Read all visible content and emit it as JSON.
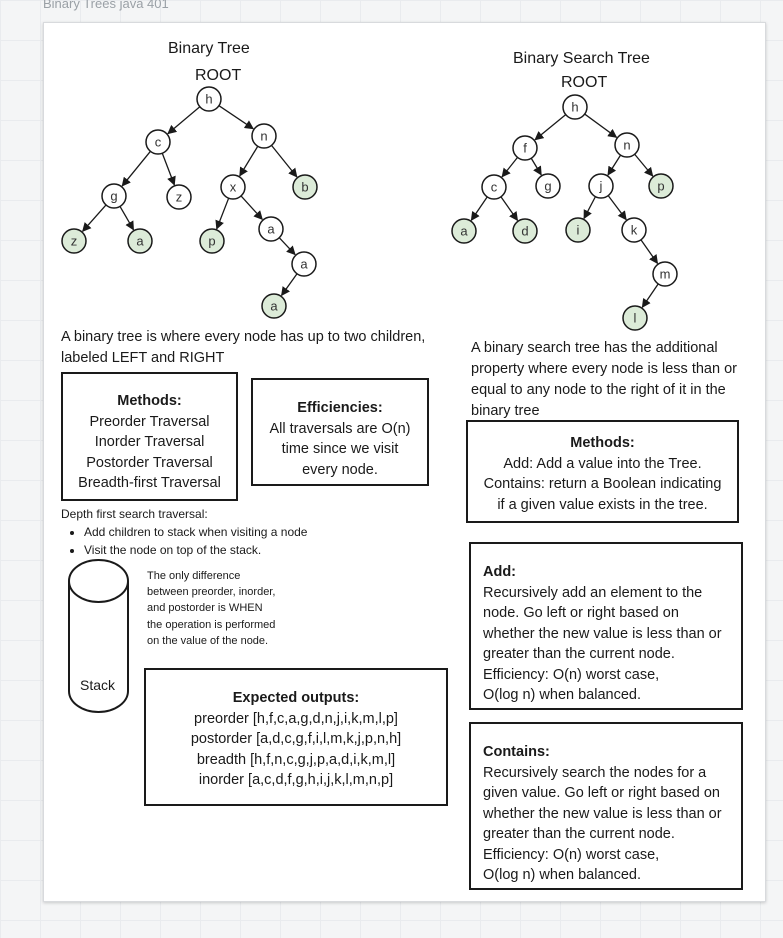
{
  "frame": {
    "title": "Binary Trees java 401"
  },
  "colors": {
    "leaf_fill": "#dcebd8",
    "node_fill": "#ffffff",
    "stroke": "#1a1a1a"
  },
  "binary_tree": {
    "title": "Binary Tree",
    "root_label": "ROOT",
    "nodes": [
      "h",
      "c",
      "n",
      "g",
      "z",
      "x",
      "b",
      "z",
      "a",
      "p",
      "a",
      "a",
      "a"
    ],
    "description": "A binary tree is where every node has up to two children, labeled LEFT and RIGHT"
  },
  "bst": {
    "title": "Binary Search Tree",
    "root_label": "ROOT",
    "nodes": [
      "h",
      "f",
      "n",
      "c",
      "g",
      "j",
      "p",
      "a",
      "d",
      "i",
      "k",
      "m",
      "l"
    ],
    "description": "A binary search tree has the additional property where every node is less than or equal to any node to the right of it in the binary tree"
  },
  "methods_bt": {
    "header": "Methods:",
    "lines": [
      "Preorder Traversal",
      "Inorder Traversal",
      "Postorder Traversal",
      "Breadth-first Traversal"
    ]
  },
  "efficiencies": {
    "header": "Efficiencies:",
    "lines": [
      "All traversals are O(n)",
      "time since we visit",
      "every node."
    ]
  },
  "dfs": {
    "title": "Depth first search traversal:",
    "bullets": [
      "Add children to stack when visiting a node",
      "Visit the node on top of the stack."
    ]
  },
  "stack": {
    "label": "Stack"
  },
  "note": {
    "lines": [
      "The only difference",
      "between preorder, inorder,",
      "and postorder is WHEN",
      "the operation is performed",
      "on the value of the node."
    ]
  },
  "expected": {
    "header": "Expected outputs:",
    "lines": [
      "preorder [h,f,c,a,g,d,n,j,i,k,m,l,p]",
      "postorder [a,d,c,g,f,i,l,m,k,j,p,n,h]",
      "breadth [h,f,n,c,g,j,p,a,d,i,k,m,l]",
      "inorder [a,c,d,f,g,h,i,j,k,l,m,n,p]"
    ]
  },
  "methods_bst": {
    "header": "Methods:",
    "lines": [
      "Add: Add a value into the Tree.",
      "Contains: return a Boolean indicating",
      "if a given value exists in the tree."
    ]
  },
  "add": {
    "header": "Add:",
    "lines": [
      "Recursively add an element to the",
      "node. Go left or right based on",
      "whether the new value is less than or",
      "greater than the current node.",
      "Efficiency: O(n) worst case,",
      "O(log n) when balanced."
    ]
  },
  "contains": {
    "header": "Contains:",
    "lines": [
      "Recursively search the nodes for a",
      "given value. Go left or right based on",
      "whether the new value is less than or",
      "greater than the current node.",
      "Efficiency: O(n) worst case,",
      "O(log n) when balanced."
    ]
  }
}
